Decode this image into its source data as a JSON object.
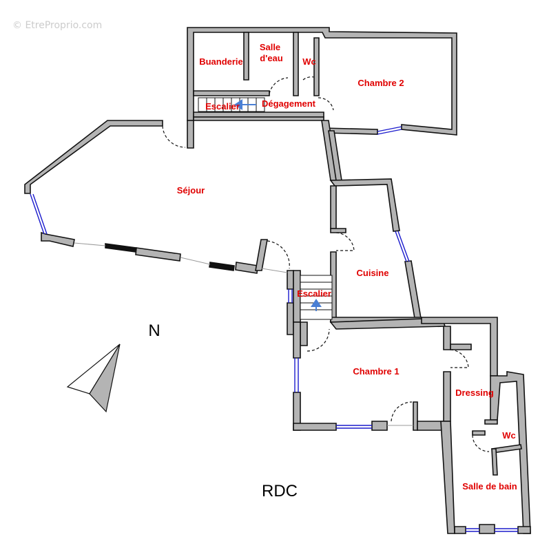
{
  "watermark": "© EtreProprio.com",
  "level_label": "RDC",
  "north_label": "N",
  "rooms": {
    "buanderie": "Buanderie",
    "salle_eau_line1": "Salle",
    "salle_eau_line2": "d'eau",
    "wc_top": "Wc",
    "chambre2": "Chambre 2",
    "escalier_top": "Escalier",
    "degagement": "Dégagement",
    "sejour": "Séjour",
    "cuisine": "Cuisine",
    "escalier_mid": "Escalier",
    "chambre1": "Chambre 1",
    "dressing": "Dressing",
    "wc_bottom": "Wc",
    "salle_de_bain": "Salle de bain"
  },
  "colors": {
    "wall": "#b4b4b4",
    "label": "#e00000",
    "window": "#1a1acc",
    "stair_arrow": "#4a7fd4"
  }
}
